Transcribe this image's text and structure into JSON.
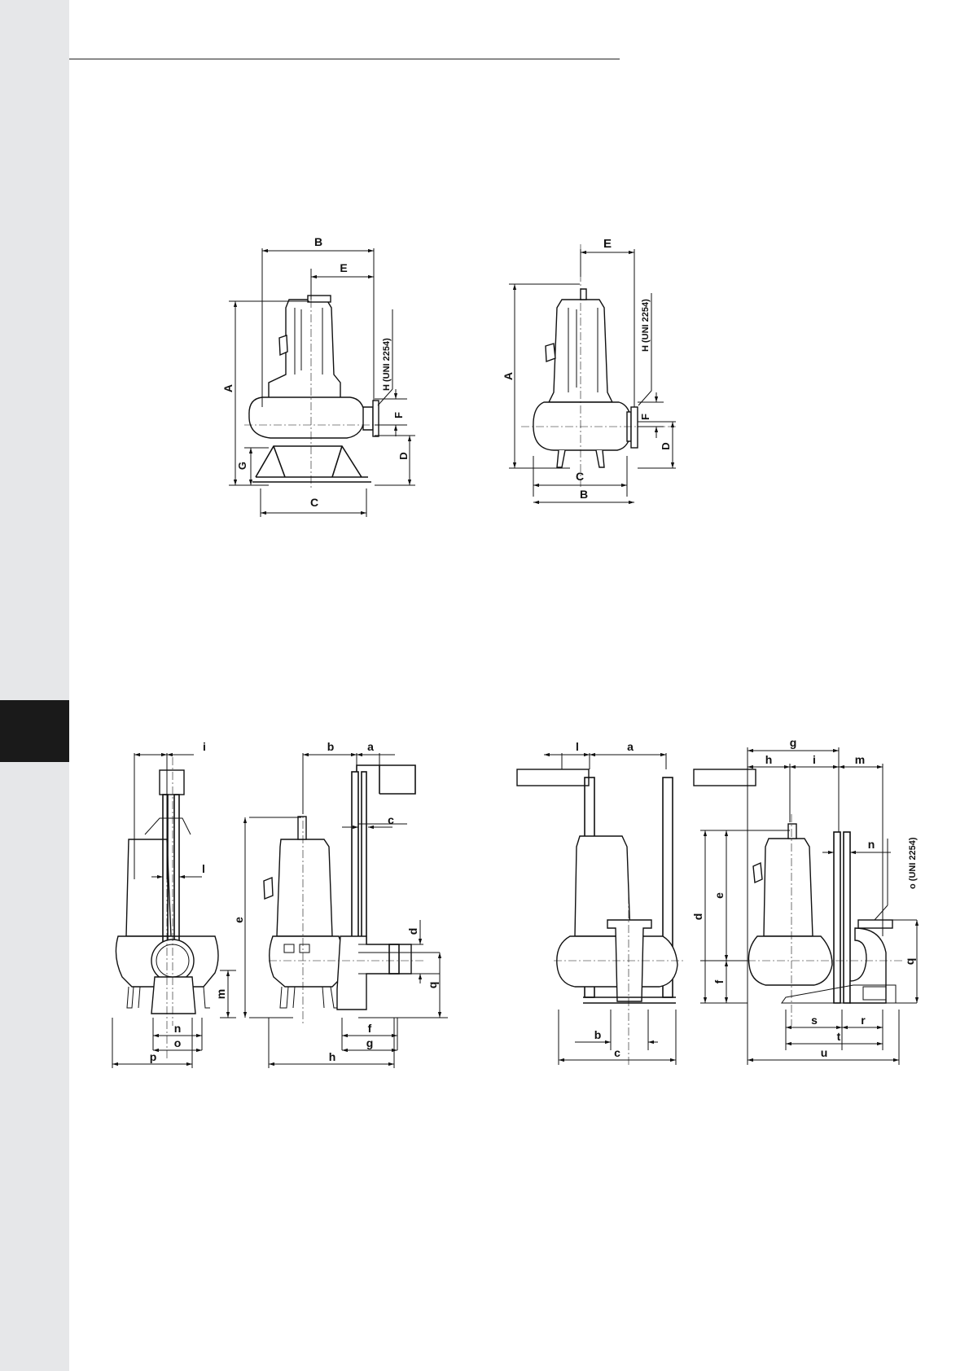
{
  "page": {
    "colors": {
      "side_strip": "#e6e7e9",
      "side_tab": "#1a1a1a",
      "line": "#111111"
    }
  },
  "fig1": {
    "labels": {
      "A": "A",
      "B": "B",
      "C": "C",
      "D": "D",
      "E": "E",
      "F": "F",
      "G": "G",
      "H": "H (UNI 2254)"
    }
  },
  "fig2": {
    "labels": {
      "A": "A",
      "B": "B",
      "C": "C",
      "D": "D",
      "E": "E",
      "F": "F",
      "H": "H (UNI 2254)"
    }
  },
  "fig3": {
    "labels": {
      "a": "a",
      "b": "b",
      "c": "c",
      "d": "d",
      "e": "e",
      "f": "f",
      "g": "g",
      "h": "h",
      "i": "i",
      "l": "l",
      "m": "m",
      "n": "n",
      "o": "o",
      "p": "p",
      "q": "q"
    }
  },
  "fig4": {
    "labels": {
      "a": "a",
      "b": "b",
      "c": "c",
      "d": "d",
      "e": "e",
      "f": "f",
      "g": "g",
      "h": "h",
      "i": "i",
      "l": "l",
      "m": "m",
      "n": "n",
      "o": "o (UNI 2254)",
      "q": "q",
      "r": "r",
      "s": "s",
      "t": "t",
      "u": "u"
    }
  }
}
